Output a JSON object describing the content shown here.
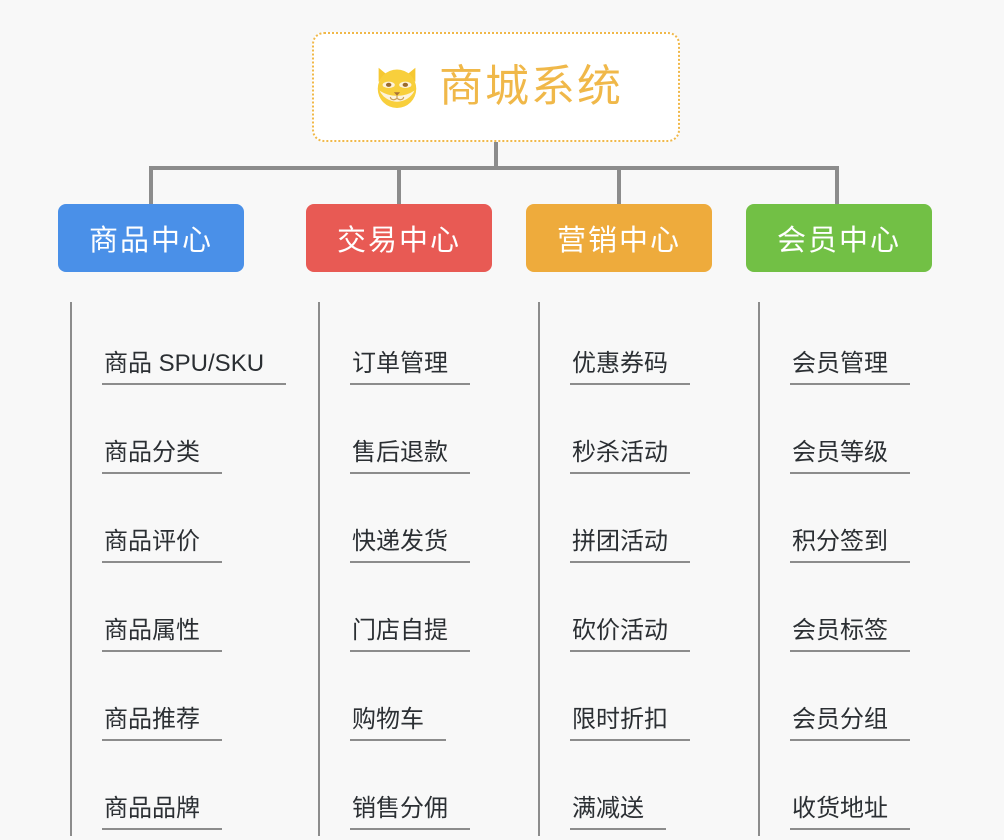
{
  "page": {
    "background": "#f8f8f8",
    "line_color": "#8c8c8c"
  },
  "root": {
    "title": "商城系统",
    "icon": "shiba-dog-face-icon",
    "border_color": "#f0b849",
    "text_color": "#f0b849",
    "background": "#ffffff"
  },
  "columns": [
    {
      "header": "商品中心",
      "color": "#4a90e8",
      "items": [
        "商品 SPU/SKU",
        "商品分类",
        "商品评价",
        "商品属性",
        "商品推荐",
        "商品品牌"
      ]
    },
    {
      "header": "交易中心",
      "color": "#e85a54",
      "items": [
        "订单管理",
        "售后退款",
        "快递发货",
        "门店自提",
        "购物车",
        "销售分佣"
      ]
    },
    {
      "header": "营销中心",
      "color": "#eeab3c",
      "items": [
        "优惠券码",
        "秒杀活动",
        "拼团活动",
        "砍价活动",
        "限时折扣",
        "满减送"
      ]
    },
    {
      "header": "会员中心",
      "color": "#72c045",
      "items": [
        "会员管理",
        "会员等级",
        "积分签到",
        "会员标签",
        "会员分组",
        "收货地址"
      ]
    }
  ]
}
